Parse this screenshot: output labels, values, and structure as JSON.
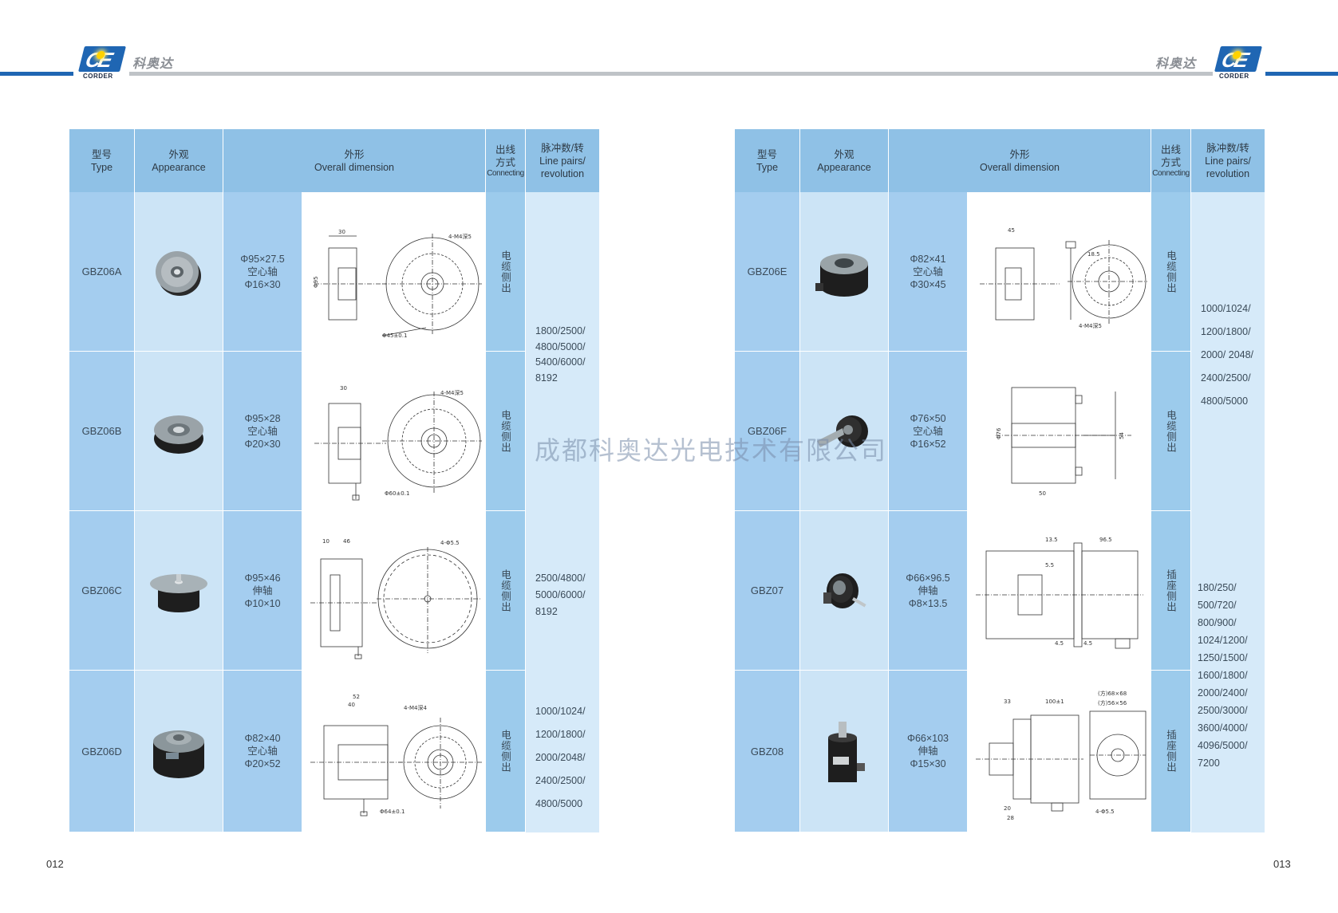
{
  "brand": {
    "logo_letters": "CE",
    "logo_word": "CORDER",
    "name_cn": "科奥达"
  },
  "headers": {
    "type_cn": "型号",
    "type_en": "Type",
    "appearance_cn": "外观",
    "appearance_en": "Appearance",
    "dimension_cn": "外形",
    "dimension_en": "Overall dimension",
    "conn_cn1": "出线",
    "conn_cn2": "方式",
    "conn_en": "Connecting",
    "lp_cn": "脉冲数/转",
    "lp_en1": "Line pairs/",
    "lp_en2": "revolution"
  },
  "left": {
    "page_number": "012",
    "rows": [
      {
        "type": "GBZ06A",
        "size": [
          "Φ95×27.5",
          "空心轴",
          "Φ16×30"
        ],
        "connection": "电缆侧出"
      },
      {
        "type": "GBZ06B",
        "size": [
          "Φ95×28",
          "空心轴",
          "Φ20×30"
        ],
        "connection": "电缆侧出"
      },
      {
        "type": "GBZ06C",
        "size": [
          "Φ95×46",
          "伸轴",
          "Φ10×10"
        ],
        "connection": "电缆侧出"
      },
      {
        "type": "GBZ06D",
        "size": [
          "Φ82×40",
          "空心轴",
          "Φ20×52"
        ],
        "connection": "电缆侧出"
      }
    ],
    "line_pairs": [
      [
        "1800/2500/",
        "4800/5000/",
        "5400/6000/",
        "8192"
      ],
      [
        "2500/4800/",
        "5000/6000/",
        "8192"
      ],
      [
        "1000/1024/",
        "1200/1800/",
        "2000/2048/",
        "2400/2500/",
        "4800/5000"
      ]
    ]
  },
  "right": {
    "page_number": "013",
    "rows": [
      {
        "type": "GBZ06E",
        "size": [
          "Φ82×41",
          "空心轴",
          "Φ30×45"
        ],
        "connection": "电缆侧出"
      },
      {
        "type": "GBZ06F",
        "size": [
          "Φ76×50",
          "空心轴",
          "Φ16×52"
        ],
        "connection": "电缆侧出"
      },
      {
        "type": "GBZ07",
        "size": [
          "Φ66×96.5",
          "伸轴",
          "Φ8×13.5"
        ],
        "connection": "插座侧出"
      },
      {
        "type": "GBZ08",
        "size": [
          "Φ66×103",
          "伸轴",
          "Φ15×30"
        ],
        "connection": "插座侧出"
      }
    ],
    "line_pairs": [
      [
        "1000/1024/",
        "1200/1800/",
        "2000/ 2048/",
        "2400/2500/",
        "4800/5000"
      ],
      [
        "180/250/",
        "500/720/",
        "800/900/",
        "1024/1200/",
        "1250/1500/",
        "1600/1800/",
        "2000/2400/",
        "2500/3000/",
        "3600/4000/",
        "4096/5000/",
        "7200"
      ]
    ]
  },
  "watermark": "成都科奥达光电技术有限公司",
  "colors": {
    "accent_blue": "#1f66b3",
    "header_blue": "#8fc1e6",
    "cell_blue": "#a4cdef",
    "pale_blue": "#d6eaf9"
  }
}
